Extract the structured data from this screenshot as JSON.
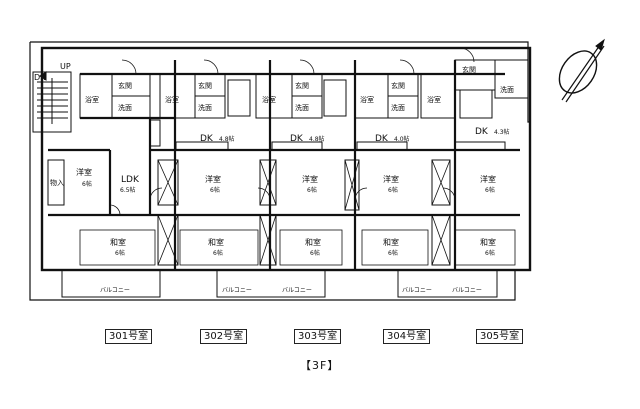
{
  "stair": {
    "dn": "DN",
    "up": "UP"
  },
  "rooms": {
    "bath": "浴室",
    "entrance": "玄関",
    "washroom": "洗面",
    "storage": "物入",
    "kitchen": "DK",
    "dk_size": "4.8帖",
    "dk_size_alt": "4.0帖",
    "dk_size_last": "4.3帖",
    "ldk": "LDK",
    "ldk_size": "6.5帖",
    "western": "洋室",
    "japanese": "和室",
    "six_mats": "6帖",
    "balcony": "バルコニー"
  },
  "units": [
    "301号室",
    "302号室",
    "303号室",
    "304号室",
    "305号室"
  ],
  "floor_label": "【3F】"
}
